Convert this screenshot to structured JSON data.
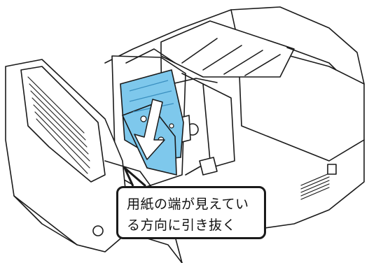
{
  "callout": {
    "line1": "用紙の端が見えてい",
    "line2": "る方向に引き抜く"
  },
  "colors": {
    "paper_highlight": "#7ec8ec",
    "paper_highlight_dark": "#3a8fc0",
    "outline": "#1a1a1a",
    "arrow": "#ffffff"
  },
  "icons": {
    "printer": "printer-open-cover-illustration",
    "arrow": "pull-direction-arrow-icon"
  }
}
